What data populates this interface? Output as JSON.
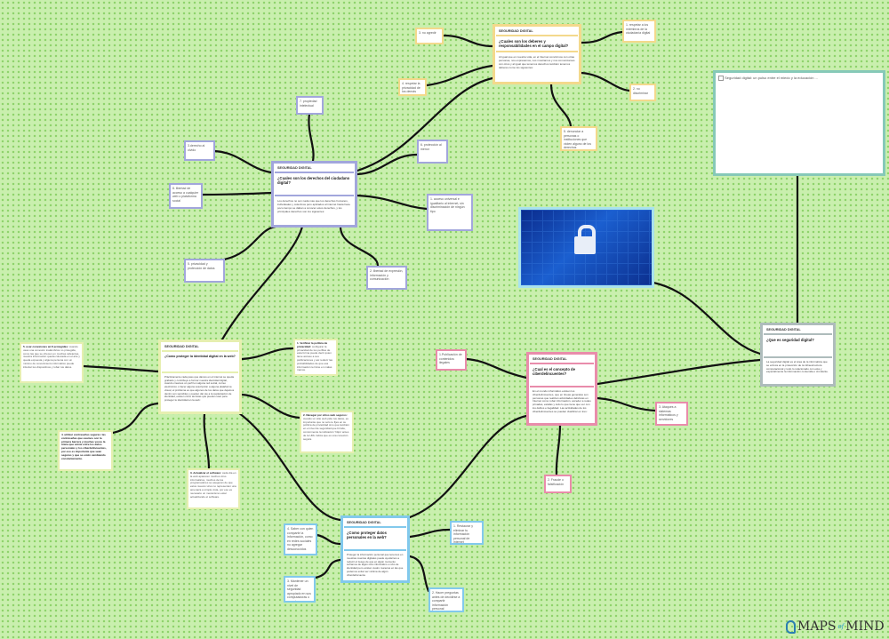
{
  "header_label": "SEGURIDAD DIGITAL",
  "deberes": {
    "question": "¿Cuales son los deberes y responsabilidades en el campo digital?",
    "body": "Al igual que en nuestra vida, en el Internet convivimos con otras personas, nos expresamos, nos mostramos y nos comunicamos con otros y al igual que tenemos derechos también tenemos deberes como los siguientes:",
    "items": [
      "1. respetar a los miembros de la ciudadanía digital",
      "2. no discriminar",
      "3. no agredir",
      "4. respetar la privacidad de los demás",
      "5. denunciar a personas o instituciones que violen alguno de los derechos"
    ]
  },
  "derechos": {
    "question": "¿Cuales son los derechos del ciudadano digital?",
    "body": "Los derechos no son nada mas que los derechos humanos, individuales y colectivos pero aplicados al internet hasta hace poco tiempo se daban a conocer estos derechos, y los principales derechos son los siguientes:",
    "items": [
      "1. acceso universal e igualitario al internet, sin discriminación de ningún tipo",
      "2. libertad de expresión, información y comunicación",
      "3.derecho al olvido",
      "5. privacidad y protección de datos",
      "6. protección al menor",
      "7. propiedad intelectual",
      "8. libertad de acceso a cualquier web o plataforma social"
    ]
  },
  "identidad": {
    "question": "¿Como proteger la identidad digital en la web?",
    "body": "Prácticamente cada paso que damos en el internet se queda grabado y contribuye a formar nuestra identidad digital, cuando creamos un perfil en alguna red social, correo electrónico o hacer alguna suscripción a alguna plataforma visual, el problema es que algunos de los datos que dejamos dentro son sensibles y pueden dar pie a la suplantación de identidad, existen cinco técnicas que pueden usar para proteger tu identidad en la web:",
    "items": [
      {
        "title": "1. Verificar la política de privacidad:",
        "text": " configurar la privacidad de tus perfiles de esta forma puede decir quien tiene acceso a sus publicaciones y así reducir las probabilidades de que esa información termine en malas manos."
      },
      {
        "title": "2. Navegar por sitios web seguros:",
        "text": " cuando un sitio web pide tus datos, es importante que no solo te fijes en su política de privacidad sino que también en el nivel de seguridad que brinda, comúnmente la indicación 'https' antes de la URL indica que es una conexión segura."
      },
      {
        "title": "3. Actualizar el software:",
        "text": " cada día en la web aparecen muchos virus informáticos, muchos de los programadores se aseguran de que estos nuevos virus no representen una amenaza a simple vista, por eso es necesario un mecanismo estar actualizando el software."
      },
      {
        "title": "4. utilizar contraseñas seguras: las contraseñas que usamos son la primera barrera y muchas veces la única que existe entre los datos personales y los ciberdelincuentes, por eso es importante que sean seguras y que se estén cambiando constantemente.",
        "text": ""
      },
      {
        "title": "5. usar conexiones wi-fi protegidas:",
        "text": " cuando usas una conexión inalámbrica no protegida, como las que se ofrecen en muchas cafeterías, nuestra información queda colocada en el aire y queda expuesta y alguna persona con un mínimo de conocimiento informático puede infectar tus dispositivos y robar tus datos."
      }
    ]
  },
  "datos": {
    "question": "¿Como proteger datos personales en la web?",
    "body": "Proteger la información personal que tenemos en nuestras cuentas digitales puede ayudarnos a reducir el riesgo de que en algún momento suframos de algún robo informático o robo de identidad pero existen cuatro maneras en las que podemos evitar ser víctima de algún ciberdelincuente",
    "items": [
      "1. Restaurar y eliminar tu información personal de internet",
      "2. Hacer preguntas antes de decidirse a compartir información personal",
      "3. Mantener un nivel de seguridad apropiado en sus computadoras o aparatos",
      "4. Saber con quien compartir la información, como en redes sociales no agregar desconocidos"
    ]
  },
  "ciber": {
    "question": "¿Cual es el concepto de ciberdelincuentes?",
    "body": "En el mundo informático existen los ciberdelincuentes, que en líneas generales son personas que realizan actividades delictivas en Internet como robar información, acceder a redes privadas, estafas y todo lo que tiene que ver con los delitos e ilegalidad. Las actividades de los ciberdelincuentes se pueden clasificar en tres:",
    "items": [
      "1.Publicación de contenidos ilegales",
      "2. Fraude o falsificación",
      "3. Ataques a sistemas informáticos y servidores"
    ]
  },
  "seguridad": {
    "question": "¿Que es seguridad digital?",
    "body": "La seguridad digital es el área de la informática que se enfoca en la protección de la infraestructura computacional y todo lo relacionado con esta y especialmente la información contenida o circulante."
  },
  "embed": {
    "text": "Seguridad digital: un pulso entre el miedo y la educación ...",
    "icon": "broken-image-icon"
  },
  "image": {
    "icon": "padlock-network-icon"
  },
  "logo": {
    "text": "MAPS of MIND",
    "brand_color": "#2a7fb0"
  },
  "colors": {
    "background": "#c9efae",
    "dots": "#8fd36c",
    "deberes": "#f3d98c",
    "derechos": "#a2a6dc",
    "identidad": "#e6efb0",
    "datos": "#82c9ec",
    "ciber": "#e98cab",
    "seguridad": "#aebcbc"
  }
}
